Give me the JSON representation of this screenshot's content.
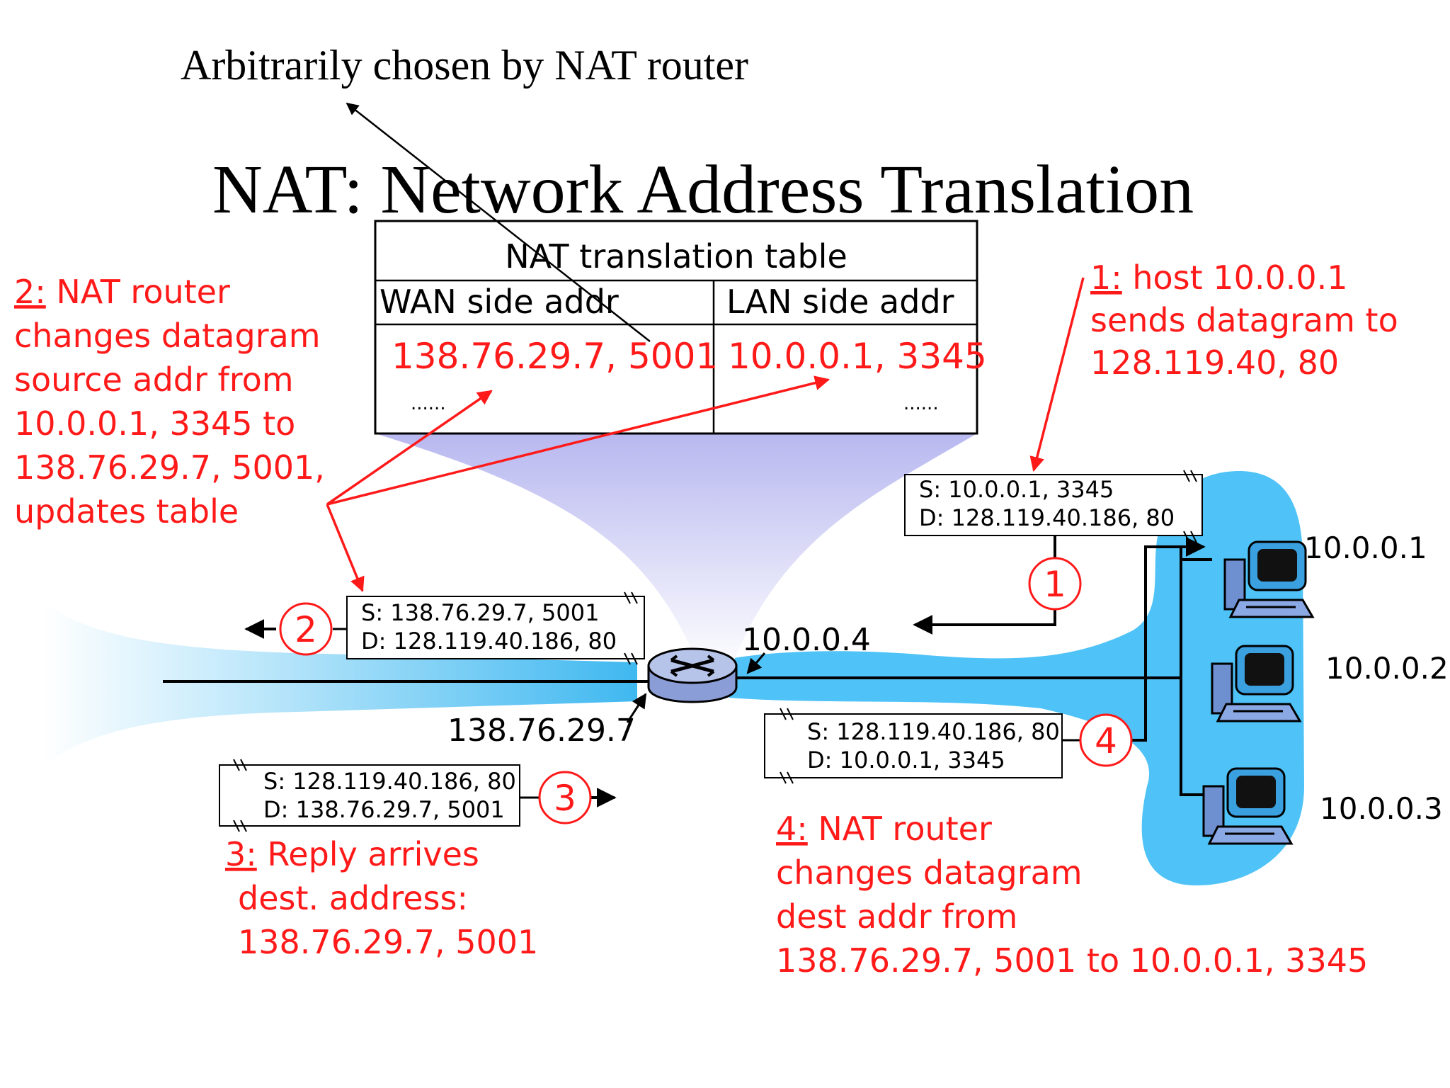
{
  "annotation_top": "Arbitrarily chosen by NAT router",
  "title": "NAT: Network Address Translation",
  "table": {
    "caption": "NAT translation table",
    "col_wan": "WAN side addr",
    "col_lan": "LAN side addr",
    "row1_wan": "138.76.29.7, 5001",
    "row1_lan": "10.0.0.1, 3345",
    "row2_wan": "......",
    "row2_lan": "......"
  },
  "notes": {
    "n1_num": "1:",
    "n1_l1": " host 10.0.0.1",
    "n1_l2": "sends datagram to",
    "n1_l3": "128.119.40, 80",
    "n2_num": "2:",
    "n2_l1": " NAT router",
    "n2_l2": "changes datagram",
    "n2_l3": "source addr from",
    "n2_l4": "10.0.0.1, 3345 to",
    "n2_l5": "138.76.29.7, 5001,",
    "n2_l6": "updates table",
    "n3_num": "3:",
    "n3_l1": " Reply arrives",
    "n3_l2": "dest. address:",
    "n3_l3": "138.76.29.7, 5001",
    "n4_num": "4:",
    "n4_l1": " NAT router",
    "n4_l2": "changes datagram",
    "n4_l3": "dest addr from",
    "n4_l4": "138.76.29.7, 5001 to 10.0.0.1, 3345"
  },
  "packets": {
    "p1_s": "S: 10.0.0.1, 3345",
    "p1_d": "D: 128.119.40.186, 80",
    "p2_s": "S: 138.76.29.7, 5001",
    "p2_d": "D: 128.119.40.186, 80",
    "p3_s": "S: 128.119.40.186, 80",
    "p3_d": "D: 138.76.29.7, 5001",
    "p4_s": "S: 128.119.40.186, 80",
    "p4_d": "D: 10.0.0.1, 3345"
  },
  "steps": {
    "s1": "1",
    "s2": "2",
    "s3": "3",
    "s4": "4"
  },
  "addresses": {
    "router_lan": "10.0.0.4",
    "router_wan": "138.76.29.7",
    "host1": "10.0.0.1",
    "host2": "10.0.0.2",
    "host3": "10.0.0.3"
  },
  "colors": {
    "accent": "#ff1a1a",
    "lan_blue": "#4fc3f7",
    "funnel": "#c8c8f4"
  }
}
